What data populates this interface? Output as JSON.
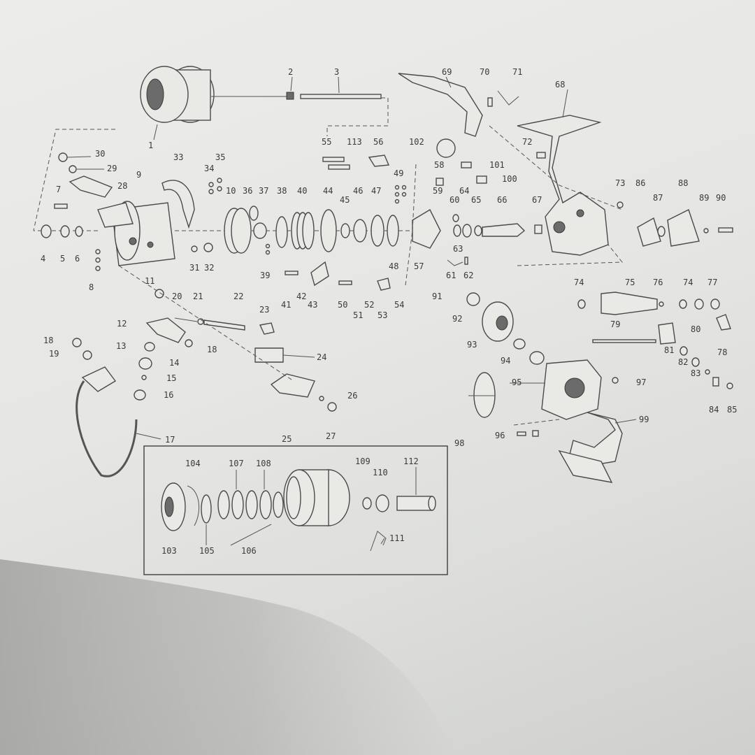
{
  "parts": {
    "p1": "1",
    "p2": "2",
    "p3": "3",
    "p4": "4",
    "p5": "5",
    "p6": "6",
    "p7": "7",
    "p8": "8",
    "p9": "9",
    "p10": "10",
    "p11": "11",
    "p12": "12",
    "p13": "13",
    "p14": "14",
    "p15": "15",
    "p16": "16",
    "p17": "17",
    "p18a": "18",
    "p18b": "18",
    "p19": "19",
    "p20": "20",
    "p21": "21",
    "p22": "22",
    "p23": "23",
    "p24": "24",
    "p25": "25",
    "p26": "26",
    "p27": "27",
    "p28": "28",
    "p29": "29",
    "p30": "30",
    "p31": "31",
    "p32": "32",
    "p33": "33",
    "p34": "34",
    "p35": "35",
    "p36": "36",
    "p37": "37",
    "p38": "38",
    "p39": "39",
    "p40": "40",
    "p41": "41",
    "p42": "42",
    "p43": "43",
    "p44": "44",
    "p45": "45",
    "p46": "46",
    "p47": "47",
    "p48": "48",
    "p49": "49",
    "p50": "50",
    "p51": "51",
    "p52": "52",
    "p53": "53",
    "p54": "54",
    "p55": "55",
    "p56": "56",
    "p57": "57",
    "p58": "58",
    "p59": "59",
    "p60": "60",
    "p61": "61",
    "p62": "62",
    "p63": "63",
    "p64": "64",
    "p65": "65",
    "p66": "66",
    "p67": "67",
    "p68": "68",
    "p69": "69",
    "p70": "70",
    "p71": "71",
    "p72": "72",
    "p73": "73",
    "p74a": "74",
    "p74b": "74",
    "p75": "75",
    "p76": "76",
    "p77": "77",
    "p78": "78",
    "p79": "79",
    "p80": "80",
    "p81": "81",
    "p82": "82",
    "p83": "83",
    "p84": "84",
    "p85": "85",
    "p86": "86",
    "p87": "87",
    "p88": "88",
    "p89": "89",
    "p90": "90",
    "p91": "91",
    "p92": "92",
    "p93": "93",
    "p94": "94",
    "p95": "95",
    "p96": "96",
    "p97": "97",
    "p98": "98",
    "p99": "99",
    "p100": "100",
    "p101": "101",
    "p102": "102",
    "p103": "103",
    "p104": "104",
    "p105": "105",
    "p106": "106",
    "p107": "107",
    "p108": "108",
    "p109": "109",
    "p110": "110",
    "p111": "111",
    "p112": "112",
    "p113": "113"
  }
}
